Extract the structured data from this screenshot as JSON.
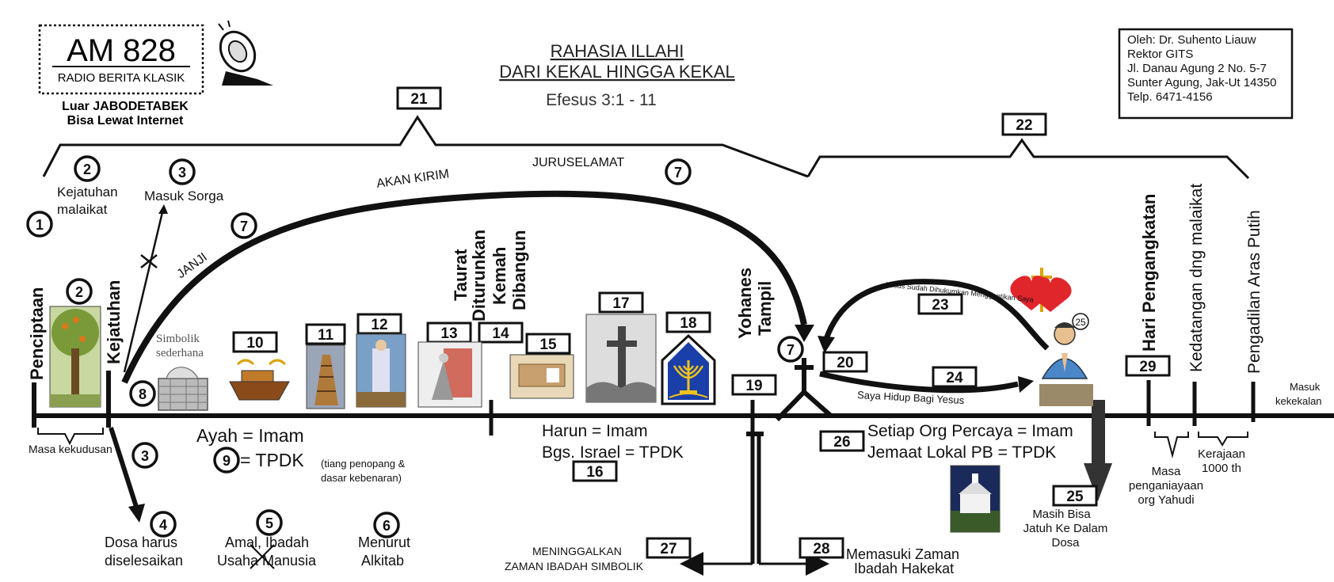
{
  "logo": {
    "station": "AM 828",
    "name": "RADIO BERITA KLASIK",
    "line1": "Luar JABODETABEK",
    "line2": "Bisa Lewat Internet"
  },
  "title": {
    "line1": "RAHASIA ILLAHI",
    "line2": "DARI KEKAL HINGGA KEKAL",
    "verse": "Efesus 3:1 - 11"
  },
  "author": {
    "line1": "Oleh: Dr. Suhento Liauw",
    "line2": "Rektor  GITS",
    "line3": "Jl. Danau Agung 2 No. 5-7",
    "line4": "Sunter Agung, Jak-Ut 14350",
    "line5": "Telp. 6471-4156"
  },
  "numbers": {
    "n1": "1",
    "n2": "2",
    "n3": "3",
    "n4": "4",
    "n5": "5",
    "n6": "6",
    "n7": "7",
    "n8": "8",
    "n9": "9",
    "n10": "10",
    "n11": "11",
    "n12": "12",
    "n13": "13",
    "n14": "14",
    "n15": "15",
    "n16": "16",
    "n17": "17",
    "n18": "18",
    "n19": "19",
    "n20": "20",
    "n21": "21",
    "n22": "22",
    "n23": "23",
    "n24": "24",
    "n25": "25",
    "n26": "26",
    "n27": "27",
    "n28": "28",
    "n29": "29"
  },
  "labels": {
    "penciptaan": "Penciptaan",
    "kejatuhan_malaikat_1": "Kejatuhan",
    "kejatuhan_malaikat_2": "malaikat",
    "masuk_sorga": "Masuk Sorga",
    "kejatuhan": "Kejatuhan",
    "janji": "JANJI",
    "akan_kirim": "AKAN KIRIM",
    "juruselamat": "JURUSELAMAT",
    "simbolik_1": "Simbolik",
    "simbolik_2": "sederhana",
    "taurat_1": "Taurat",
    "taurat_2": "Diturunkan",
    "kemah_1": "Kemah",
    "kemah_2": "Dibangun",
    "yohanes_1": "Yohanes",
    "yohanes_2": "Tampil",
    "yesus_dihukum": "Yesus Sudah Dihukumkan Menggantikan Saya",
    "saya_hidup": "Saya Hidup Bagi Yesus",
    "hari_pengangkatan": "Hari Pengangkatan",
    "kedatangan": "Kedatangan dng malaikat",
    "pengadilan": "Pengadilan Aras Putih",
    "masuk_kekekalan_1": "Masuk",
    "masuk_kekekalan_2": "kekekalan",
    "masa_kekudusan": "Masa kekudusan",
    "ayah_imam": "Ayah = Imam",
    "tpdk": "= TPDK",
    "tiang_1": "(tiang penopang &",
    "tiang_2": "dasar kebenaran)",
    "dosa_1": "Dosa harus",
    "dosa_2": "diselesaikan",
    "amal_1": "Amal, Ibadah",
    "amal_2": "Usaha Manusia",
    "menurut_1": "Menurut",
    "menurut_2": "Alkitab",
    "harun": "Harun = Imam",
    "bgs_israel": "Bgs. Israel = TPDK",
    "meninggalkan_1": "MENINGGALKAN",
    "meninggalkan_2": "ZAMAN IBADAH SIMBOLIK",
    "memasuki_1": "Memasuki Zaman",
    "memasuki_2": "Ibadah Hakekat",
    "setiap_org": "Setiap Org Percaya = Imam",
    "jemaat": "Jemaat Lokal PB  = TPDK",
    "masih_1": "Masih Bisa",
    "masih_2": "Jatuh Ke Dalam",
    "masih_3": "Dosa",
    "masa_aniaya_1": "Masa",
    "masa_aniaya_2": "penganiayaan",
    "masa_aniaya_3": "org Yahudi",
    "kerajaan_1": "Kerajaan",
    "kerajaan_2": "1000 th"
  },
  "colors": {
    "ink": "#111111",
    "heart": "#e0252b",
    "cross_gold": "#d9a400",
    "shirt": "#4a86c8",
    "menorah_bg": "#1a3fa8",
    "menorah_gold": "#f2c21a"
  },
  "icons": {
    "satellite": "satellite-dish-icon",
    "cross": "cross-icon",
    "hearts": "hearts-icon",
    "praying": "praying-person-icon",
    "church": "church-icon",
    "menorah": "menorah-icon"
  }
}
